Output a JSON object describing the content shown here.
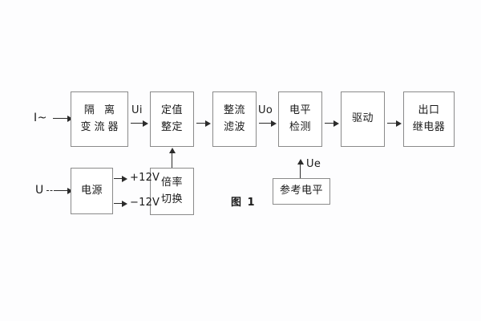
{
  "figure": {
    "caption": "图 1",
    "background_color": "#fdfdfe",
    "box_border_color": "#8a8a8a",
    "line_color": "#2b2b2b"
  },
  "inputs": [
    {
      "id": "current-input",
      "label": "I~"
    },
    {
      "id": "voltage-input",
      "label": "U"
    }
  ],
  "blocks": [
    {
      "id": "isolation-transformer",
      "lines": [
        "隔 离",
        "变流器"
      ]
    },
    {
      "id": "setting-value",
      "lines": [
        "定值",
        "整定"
      ]
    },
    {
      "id": "rectifier-filter",
      "lines": [
        "整流",
        "滤波"
      ]
    },
    {
      "id": "level-detection",
      "lines": [
        "电平",
        "检测"
      ]
    },
    {
      "id": "driver",
      "lines": [
        "驱动"
      ]
    },
    {
      "id": "output-relay",
      "lines": [
        "出口",
        "继电器"
      ]
    },
    {
      "id": "power-supply",
      "lines": [
        "电源"
      ]
    },
    {
      "id": "multiplier-switch",
      "lines": [
        "倍率",
        "切换"
      ]
    },
    {
      "id": "reference-level",
      "lines": [
        "参考电平"
      ]
    }
  ],
  "signals": [
    {
      "id": "ui-signal",
      "label": "Ui"
    },
    {
      "id": "uo-signal",
      "label": "Uo"
    },
    {
      "id": "ue-signal",
      "label": "Ue"
    }
  ],
  "power_rails": [
    {
      "id": "rail-positive",
      "label": "+12V"
    },
    {
      "id": "rail-negative",
      "label": "−12V"
    }
  ]
}
